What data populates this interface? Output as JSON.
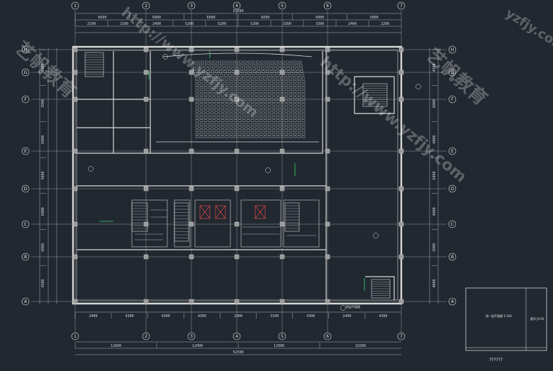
{
  "colors": {
    "background": "#212830",
    "wall": "#d9d9d9",
    "grid": "#c8c8c8",
    "accent_green": "#3fd66b",
    "accent_red": "#e04848",
    "column": "#9a9a9a"
  },
  "axes_top": [
    "1",
    "2",
    "3",
    "4",
    "5",
    "6",
    "7"
  ],
  "axes_side": [
    "H",
    "G",
    "F",
    "E",
    "D",
    "C",
    "B",
    "A"
  ],
  "dims_top_total": "52500",
  "dims_top_row": [
    "6600",
    "6000",
    "6000",
    "6000",
    "6000",
    "5800"
  ],
  "dims_top_fine": [
    "2100",
    "2100",
    "2400",
    "5200",
    "5200",
    "5200",
    "3300",
    "3300",
    "2400",
    "2200"
  ],
  "dims_bottom_row": [
    "2400",
    "4300",
    "4300",
    "4300",
    "2900",
    "3100",
    "4300",
    "2400",
    "4300"
  ],
  "dims_bottom_total": "52500",
  "dims_bottom_sub": [
    "12600",
    "12000",
    "12000",
    "10300"
  ],
  "dims_left": [
    "4000",
    "3900",
    "6000",
    "4800",
    "6000",
    "4800",
    "4500"
  ],
  "dims_right": [
    "4500",
    "6000",
    "4800",
    "6000",
    "4800",
    "3900",
    "4000"
  ],
  "bottom_label": "首层平面图",
  "title_block_text": "首一层平面图 1:100",
  "title_block_small": "图号 JS-01",
  "title_block_bottom": "??????",
  "watermarks": [
    "yzfjy.com",
    "http://www.yzfjy.com",
    "艺帆教育",
    "http://www.yzfjy.com",
    "艺帆教育"
  ]
}
